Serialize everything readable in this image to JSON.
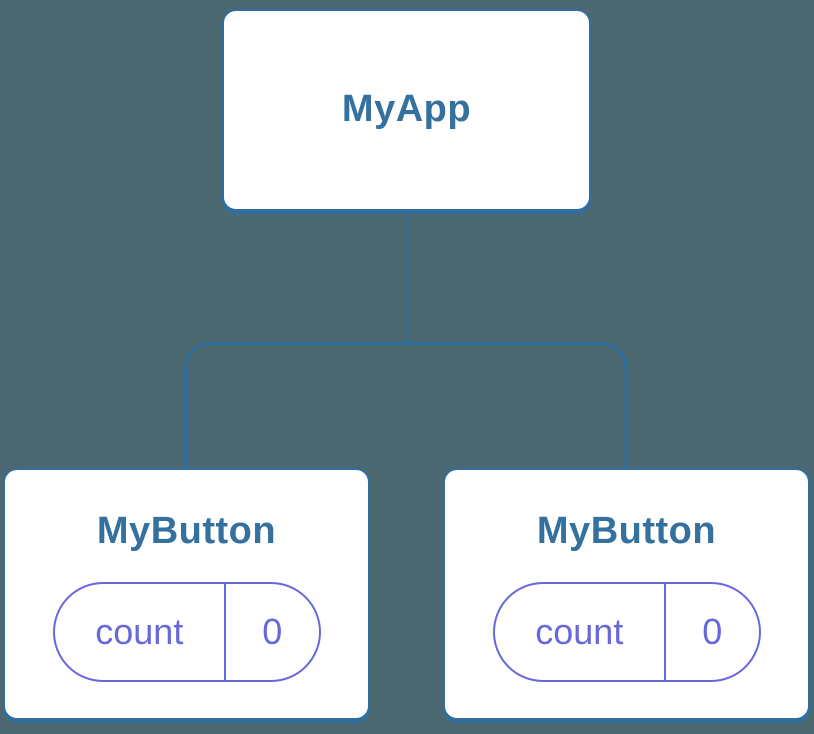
{
  "colors": {
    "background": "#4C6971",
    "node_border_blue": "#2F6E9E",
    "node_title_blue": "#35719F",
    "state_indigo": "#6867DC",
    "node_fill": "#FFFFFF"
  },
  "tree": {
    "root": {
      "label": "MyApp"
    },
    "children": [
      {
        "label": "MyButton",
        "state_name": "count",
        "state_value": "0"
      },
      {
        "label": "MyButton",
        "state_name": "count",
        "state_value": "0"
      }
    ]
  }
}
